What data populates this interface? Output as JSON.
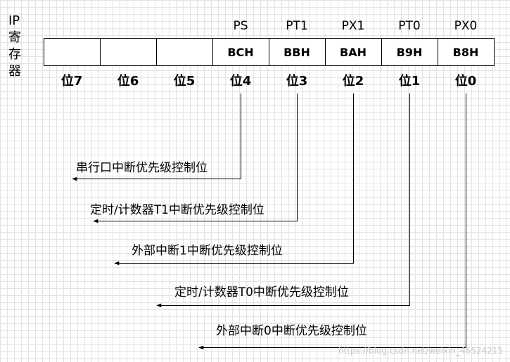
{
  "register_label_chars": [
    "IP",
    "寄",
    "存",
    "器"
  ],
  "cells": [
    {
      "flag": "",
      "address": ""
    },
    {
      "flag": "",
      "address": ""
    },
    {
      "flag": "",
      "address": ""
    },
    {
      "flag": "PS",
      "address": "BCH"
    },
    {
      "flag": "PT1",
      "address": "BBH"
    },
    {
      "flag": "PX1",
      "address": "BAH"
    },
    {
      "flag": "PT0",
      "address": "B9H"
    },
    {
      "flag": "PX0",
      "address": "B8H"
    }
  ],
  "bit_labels": [
    "位7",
    "位6",
    "位5",
    "位4",
    "位3",
    "位2",
    "位1",
    "位0"
  ],
  "descriptions": [
    {
      "text": "串行口中断优先级控制位",
      "cell": 3
    },
    {
      "text": "定时/计数器T1中断优先级控制位",
      "cell": 4
    },
    {
      "text": "外部中断1中断优先级控制位",
      "cell": 5
    },
    {
      "text": "定时/计数器T0中断优先级控制位",
      "cell": 6
    },
    {
      "text": "外部中断0中断优先级控制位",
      "cell": 7
    }
  ],
  "watermark": "https://blog.csdn.net/weixin_46524215",
  "colors": {
    "line": "#000000",
    "watermark": "#c8c8c8"
  }
}
